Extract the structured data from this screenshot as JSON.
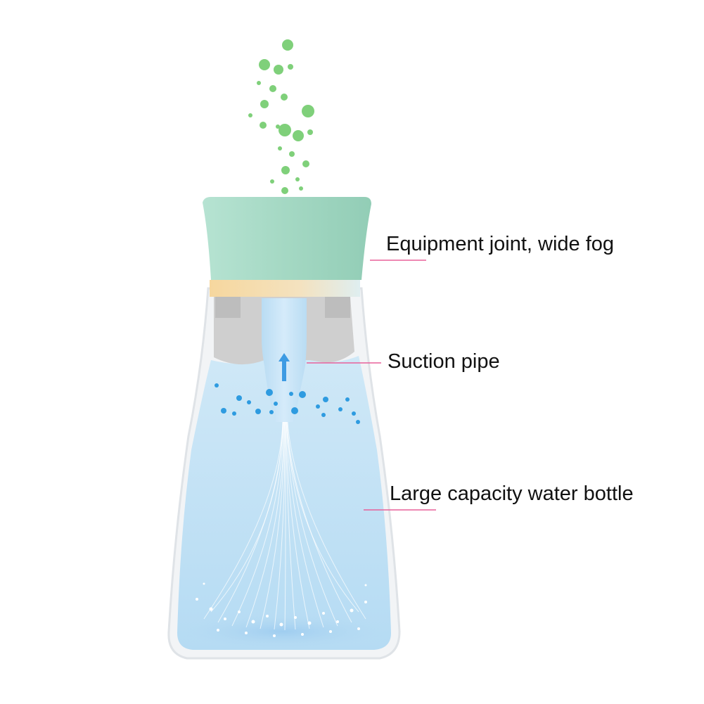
{
  "labels": {
    "joint": "Equipment joint, wide fog",
    "pipe": "Suction pipe",
    "bottle": "Large capacity water bottle"
  },
  "colors": {
    "leader_line": "#e8609a",
    "cap": "#a9dcc9",
    "cap_band": "#f4d9a6",
    "water": "#bfe0f5",
    "mist": "#7fd07a",
    "bubbles": "#2e9be0"
  }
}
